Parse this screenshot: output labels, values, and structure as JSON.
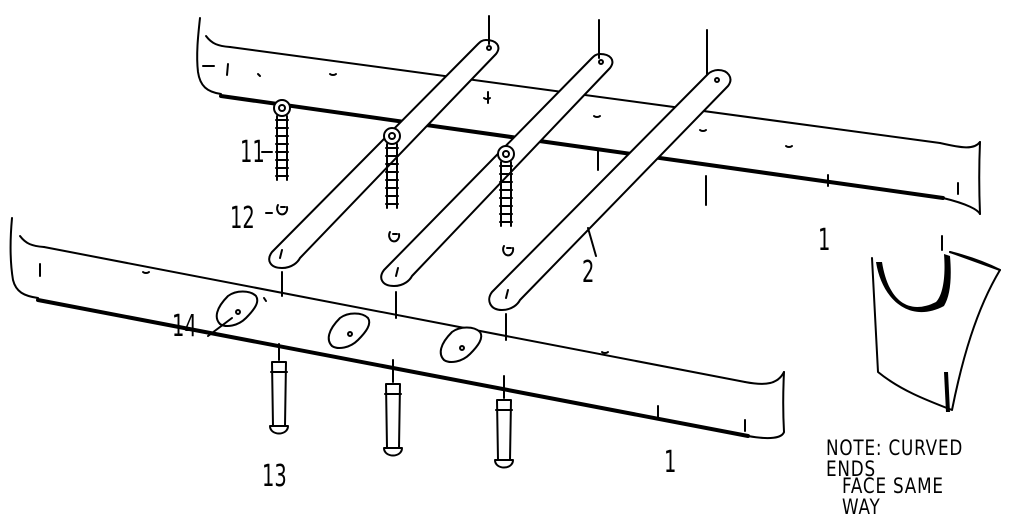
{
  "callouts": {
    "rail_back": "1",
    "rail_front": "1",
    "cross_brace": "2",
    "eye_bolt": "11",
    "nut": "12",
    "pin_bolt": "13",
    "plate": "14"
  },
  "note": {
    "line1": "NOTE: CURVED ENDS",
    "line2": "FACE SAME WAY"
  },
  "colors": {
    "ink": "#000000",
    "paper": "#ffffff"
  }
}
